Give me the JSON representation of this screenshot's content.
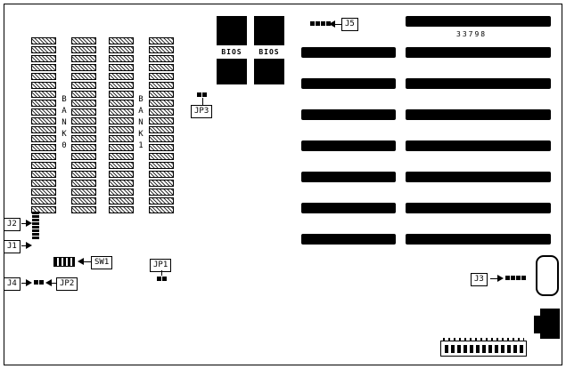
{
  "board": {
    "part_number": "33798"
  },
  "memory": {
    "bank0": "BANK0",
    "bank1": "BANK1",
    "sockets_per_column": 20,
    "columns": 4
  },
  "bios": {
    "label": "BIOS"
  },
  "slots": {
    "left_count": 7,
    "right_count": 8
  },
  "connectors": {
    "j5": {
      "label": "J5",
      "pins": 4
    },
    "jp3": {
      "label": "JP3",
      "pins": 2
    },
    "j2": {
      "label": "J2"
    },
    "j1": {
      "label": "J1"
    },
    "j2j1_pins": 8,
    "sw1": {
      "label": "SW1"
    },
    "jp1": {
      "label": "JP1",
      "pins": 2
    },
    "j4": {
      "label": "J4",
      "pins": 2
    },
    "jp2": {
      "label": "JP2",
      "pins": 2
    },
    "j3": {
      "label": "J3",
      "pins": 4
    },
    "bottom_pins": 13
  }
}
